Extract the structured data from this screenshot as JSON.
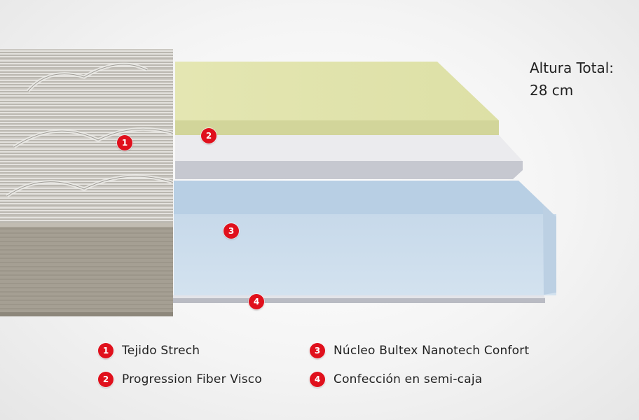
{
  "height_label": {
    "line1": "Altura Total:",
    "line2": "28 cm"
  },
  "markers": [
    {
      "number": "1"
    },
    {
      "number": "2"
    },
    {
      "number": "3"
    },
    {
      "number": "4"
    }
  ],
  "legend": [
    {
      "number": "1",
      "label": "Tejido Strech"
    },
    {
      "number": "2",
      "label": "Progression Fiber Visco"
    },
    {
      "number": "3",
      "label": "Núcleo Bultex Nanotech Confort"
    },
    {
      "number": "4",
      "label": "Confección en semi-caja"
    }
  ],
  "colors": {
    "badge": "#e0101c",
    "visco_layer": "#e6e7b4",
    "fiber_layer": "#e9e9ec",
    "core_layer": "#c9dbea",
    "base_layer": "#cfd1d8",
    "fabric_side": "#a8a296"
  }
}
